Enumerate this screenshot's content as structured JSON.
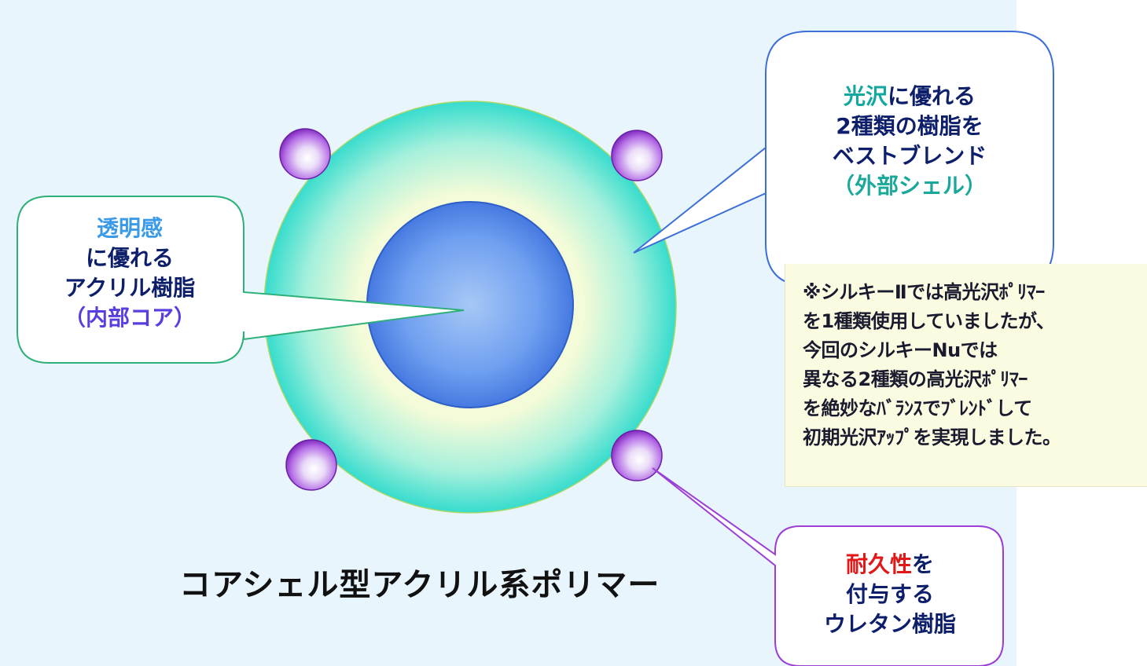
{
  "core_callout": {
    "highlight": "透明感",
    "line2": "に優れる",
    "line3": "アクリル樹脂",
    "line4": "（内部コア）"
  },
  "shell_callout": {
    "highlight": "光沢",
    "line1_rest": "に優れる",
    "line2": "2種類の樹脂を",
    "line3": "ベストブレンド",
    "line4": "（外部シェル）"
  },
  "urethane_callout": {
    "highlight": "耐久性",
    "line1_rest": "を",
    "line2": "付与する",
    "line3": "ウレタン樹脂"
  },
  "note": {
    "lines": [
      "※シルキーⅡでは高光沢ﾎﾟﾘﾏｰ",
      "を1種類使用していましたが、",
      "今回のシルキーNuでは",
      "異なる2種類の高光沢ﾎﾟﾘﾏｰ",
      "を絶妙なﾊﾞﾗﾝｽでﾌﾞﾚﾝﾄﾞして",
      "初期光沢ｱｯﾌﾟを実現しました。"
    ]
  },
  "title": "コアシェル型アクリル系ポリマー",
  "colors": {
    "core": "#5b8ee8",
    "shell_outer": "#39e0cf",
    "shell_inner": "#f4fbd8",
    "urethane_sphere": "#9b3fd6",
    "accent_red": "#e01818"
  }
}
